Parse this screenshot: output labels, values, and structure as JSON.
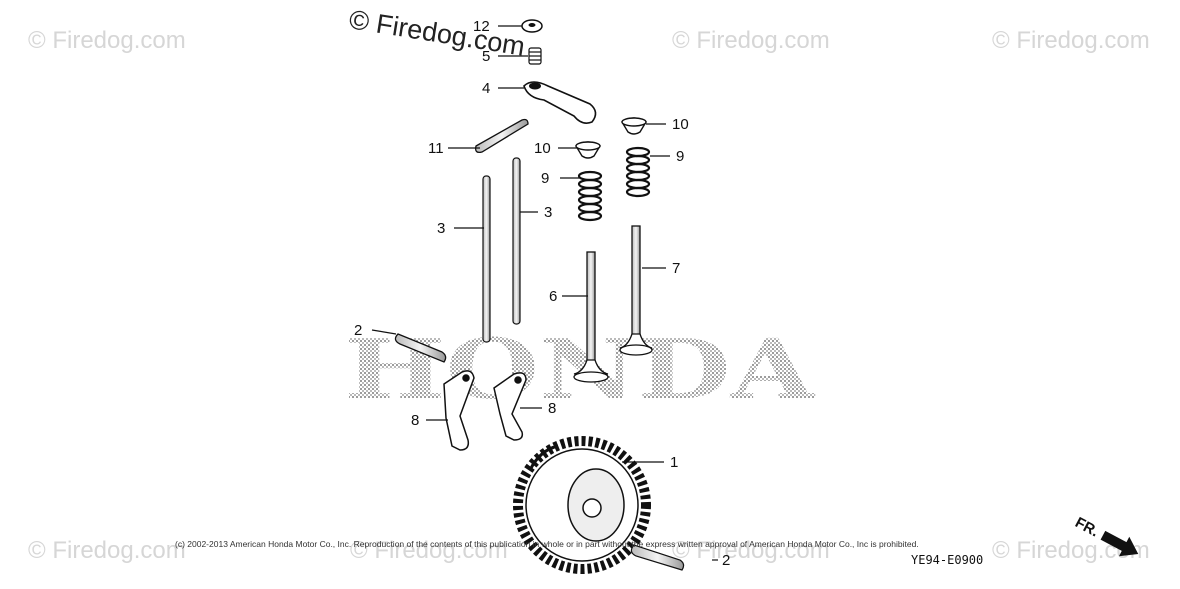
{
  "watermark": {
    "text": "© Firedog.com"
  },
  "brand_mark": {
    "text": "HONDA"
  },
  "callouts": [
    "12",
    "5",
    "4",
    "10",
    "10",
    "11",
    "9",
    "9",
    "3",
    "3",
    "7",
    "6",
    "2",
    "8",
    "8",
    "1",
    "2"
  ],
  "copyright": "(c) 2002-2013 American Honda Motor Co., Inc. Reproduction of the contents of this publication in whole or in part without the express written approval of American Honda Motor Co., Inc is prohibited.",
  "diagram_code": "YE94-E0900",
  "direction_label": "FR."
}
